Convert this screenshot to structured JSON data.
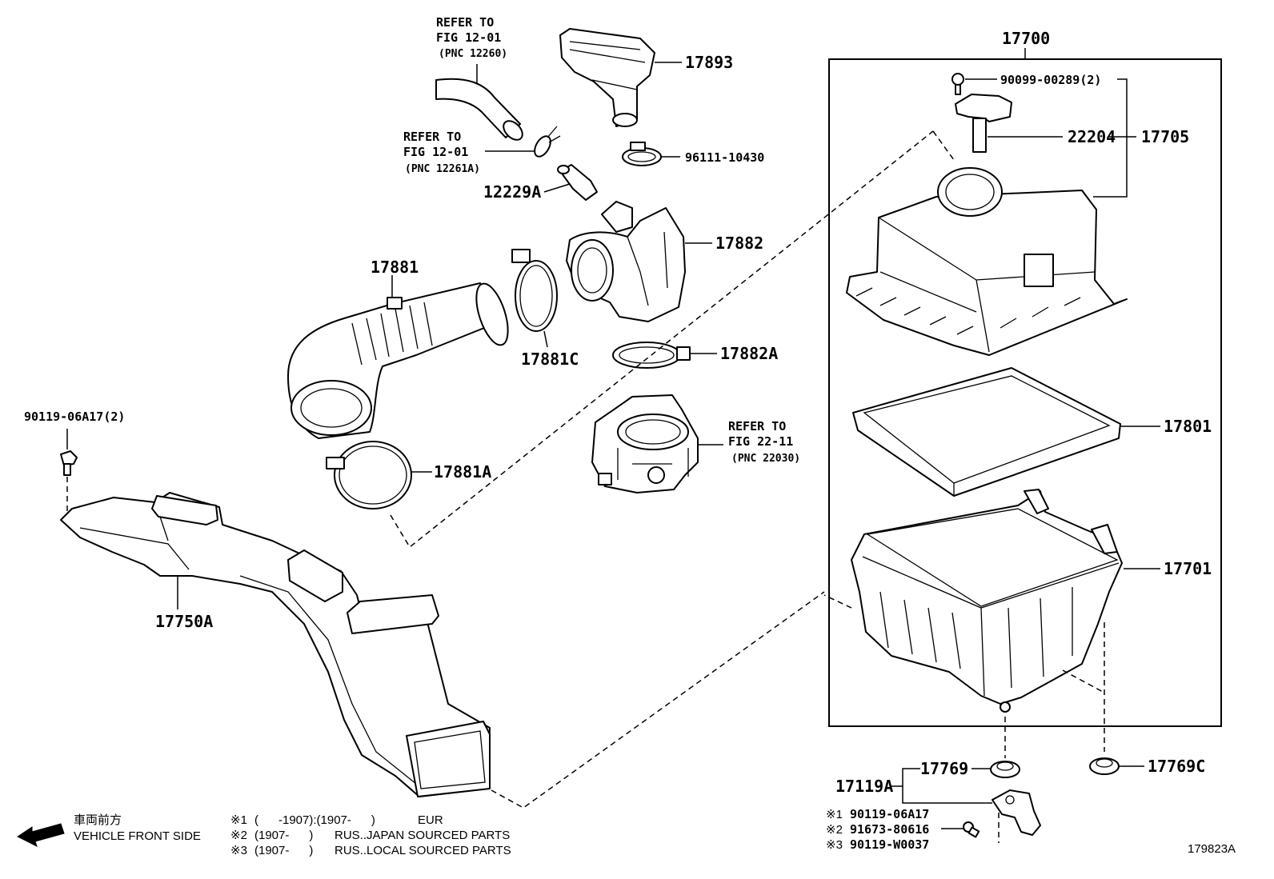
{
  "labels": {
    "p17700": "17700",
    "p17893": "17893",
    "p90099": "90099-00289(2)",
    "p22204": "22204",
    "p17705": "17705",
    "p96111": "96111-10430",
    "p12229a": "12229A",
    "p17882": "17882",
    "p17881": "17881",
    "p17881c": "17881C",
    "p17882a": "17882A",
    "p17801": "17801",
    "p90119a": "90119-06A17(2)",
    "p17881a": "17881A",
    "p17701": "17701",
    "p17750a": "17750A",
    "p17769": "17769",
    "p17769c": "17769C",
    "p17119a": "17119A",
    "diagram_id": "179823A"
  },
  "refs": [
    {
      "line1": "REFER TO",
      "line2": "FIG 12-01",
      "line3": "(PNC 12260)"
    },
    {
      "line1": "REFER TO",
      "line2": "FIG 12-01",
      "line3": "(PNC 12261A)"
    },
    {
      "line1": "REFER TO",
      "line2": "FIG 22-11",
      "line3": "(PNC 22030)"
    }
  ],
  "fastener_notes": [
    {
      "mark": "※1",
      "part": "90119-06A17"
    },
    {
      "mark": "※2",
      "part": "91673-80616"
    },
    {
      "mark": "※3",
      "part": "90119-W0037"
    }
  ],
  "legend": {
    "front_jp": "車両前方",
    "front_en": "VEHICLE FRONT SIDE",
    "notes": [
      {
        "mark": "※1",
        "range": "(      -1907):(1907-      )",
        "desc": "EUR"
      },
      {
        "mark": "※2",
        "range": "(1907-      )",
        "desc": "RUS..JAPAN SOURCED PARTS"
      },
      {
        "mark": "※3",
        "range": "(1907-      )",
        "desc": "RUS..LOCAL SOURCED PARTS"
      }
    ]
  }
}
